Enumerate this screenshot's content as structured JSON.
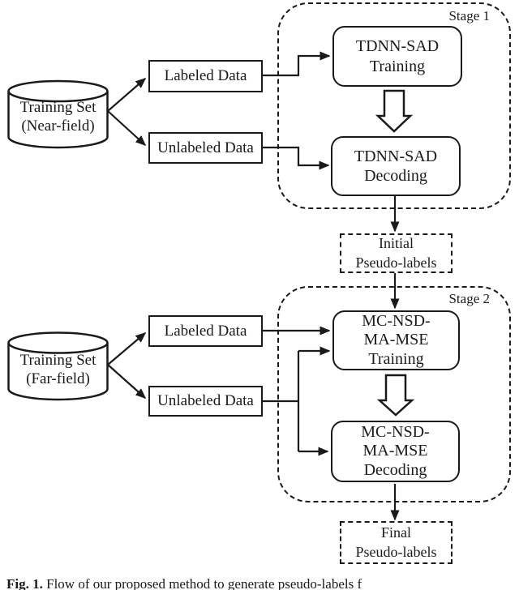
{
  "near_field": {
    "source_label": "Training Set\n(Near-field)",
    "labeled_label": "Labeled Data",
    "unlabeled_label": "Unlabeled Data"
  },
  "far_field": {
    "source_label": "Training Set\n(Far-field)",
    "labeled_label": "Labeled Data",
    "unlabeled_label": "Unlabeled Data"
  },
  "stage1": {
    "label": "Stage 1",
    "training_label": "TDNN-SAD\nTraining",
    "decoding_label": "TDNN-SAD\nDecoding"
  },
  "stage2": {
    "label": "Stage 2",
    "training_label": "MC-NSD-\nMA-MSE\nTraining",
    "decoding_label": "MC-NSD-\nMA-MSE\nDecoding"
  },
  "outputs": {
    "initial_label": "Initial\nPseudo-labels",
    "final_label": "Final\nPseudo-labels"
  },
  "caption": {
    "tag": "Fig. 1.",
    "text": "Flow of our proposed method to generate pseudo-labels f"
  },
  "colors": {
    "ink": "#1a1a1a",
    "background": "#ffffff"
  }
}
